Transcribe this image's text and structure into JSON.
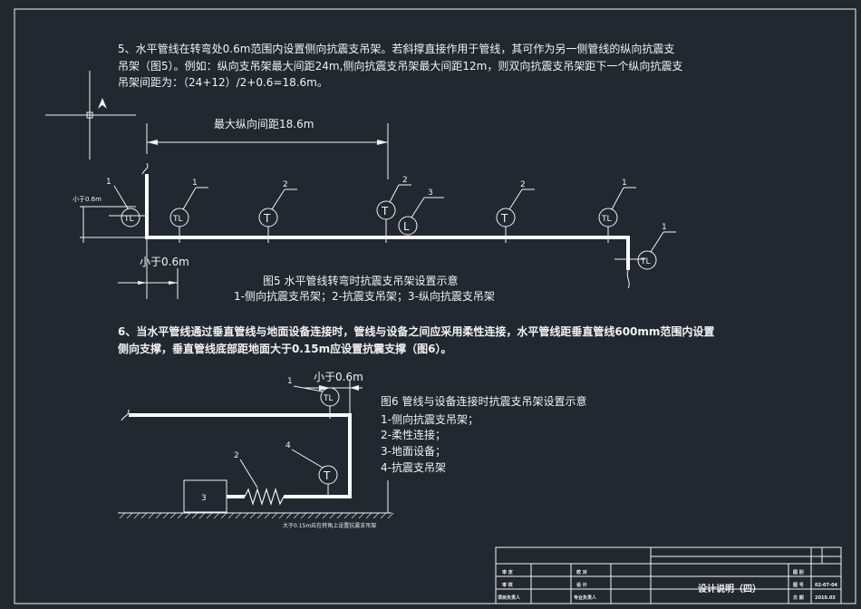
{
  "notes": {
    "note5_line1": "5、水平管线在转弯处0.6m范围内设置侧向抗震支吊架。若斜撑直接作用于管线，其可作为另一侧管线的纵向抗震支",
    "note5_line2": "吊架（图5）。例如：纵向支吊架最大间距24m,侧向抗震支吊架最大间距12m，则双向抗震支吊架距下一个纵向抗震支",
    "note5_line3": "吊架间距为：（24+12）/2+0.6=18.6m。",
    "note6_line1": "6、当水平管线通过垂直管线与地面设备连接时，管线与设备之间应采用柔性连接，水平管线距垂直管线600mm范围内设置",
    "note6_line2": "侧向支撑，垂直管线底部距地面大于0.15m应设置抗震支撑（图6）。"
  },
  "fig5": {
    "dim_label": "最大纵向间距18.6m",
    "small_label": "小于0.6m",
    "small_label_tiny": "小于0.6m",
    "caption": "图5 水平管线转弯时抗震支吊架设置示意",
    "legend": "1-侧向抗震支吊架；2-抗震支吊架；3-纵向抗震支吊架",
    "symbol_TL": "TL",
    "symbol_T": "T",
    "symbol_L": "L",
    "n1": "1",
    "n2": "2",
    "n3": "3"
  },
  "fig6": {
    "small_label": "小于0.6m",
    "caption": "图6 管线与设备连接时抗震支吊架设置示意",
    "item1": "1-侧向抗震支吊架；",
    "item2": "2-柔性连接；",
    "item3": "3-地面设备；",
    "item4": "4-抗震支吊架",
    "ground_note": "大于0.15m应在转角上设置抗震支吊架",
    "box_label": "3",
    "n1": "1",
    "n2": "2",
    "n4": "4"
  },
  "title_block": {
    "r1c1": "审 定",
    "r1c2": "校 对",
    "r2c1": "审 核",
    "r2c2": "设 计",
    "r3c1": "项目负责人",
    "r3c2": "专业负责人",
    "title": "设计说明（四）",
    "label_fig": "图 别",
    "label_num": "图 号",
    "label_date": "日 期",
    "val_num": "02-07-04",
    "val_date": "2019.03"
  }
}
